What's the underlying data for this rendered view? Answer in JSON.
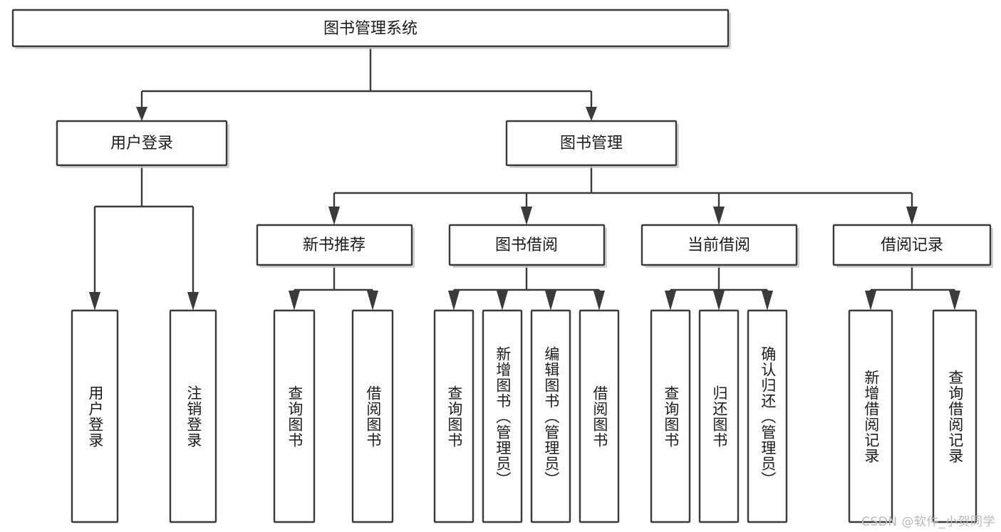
{
  "diagram": {
    "type": "tree",
    "title": "图书管理系统",
    "orientation": "top-down",
    "root": {
      "label": "图书管理系统",
      "level": 0
    },
    "level2": [
      {
        "label": "用户登录"
      },
      {
        "label": "图书管理"
      }
    ],
    "level3": [
      {
        "label": "新书推荐",
        "parent": "图书管理"
      },
      {
        "label": "图书借阅",
        "parent": "图书管理"
      },
      {
        "label": "当前借阅",
        "parent": "图书管理"
      },
      {
        "label": "借阅记录",
        "parent": "图书管理"
      }
    ],
    "leaves": {
      "user_login": [
        {
          "label": "用户登录"
        },
        {
          "label": "注销登录"
        }
      ],
      "new_book_recommend": [
        {
          "label": "查询图书"
        },
        {
          "label": "借阅图书"
        }
      ],
      "book_borrow": [
        {
          "label": "查询图书"
        },
        {
          "label": "新增图书（管理员）"
        },
        {
          "label": "编辑图书（管理员）"
        },
        {
          "label": "借阅图书"
        }
      ],
      "current_borrow": [
        {
          "label": "查询图书"
        },
        {
          "label": "归还图书"
        },
        {
          "label": "确认归还（管理员）"
        }
      ],
      "borrow_record": [
        {
          "label": "新增借阅记录"
        },
        {
          "label": "查询借阅记录"
        }
      ]
    }
  },
  "colors": {
    "box_stroke": "#3a3a3a",
    "box_fill": "#ffffff",
    "text": "#1b1b1b",
    "watermark": "#b9b9b9",
    "background": "#ffffff"
  },
  "watermark": {
    "text": "CSDN @软件_小贺同学"
  }
}
